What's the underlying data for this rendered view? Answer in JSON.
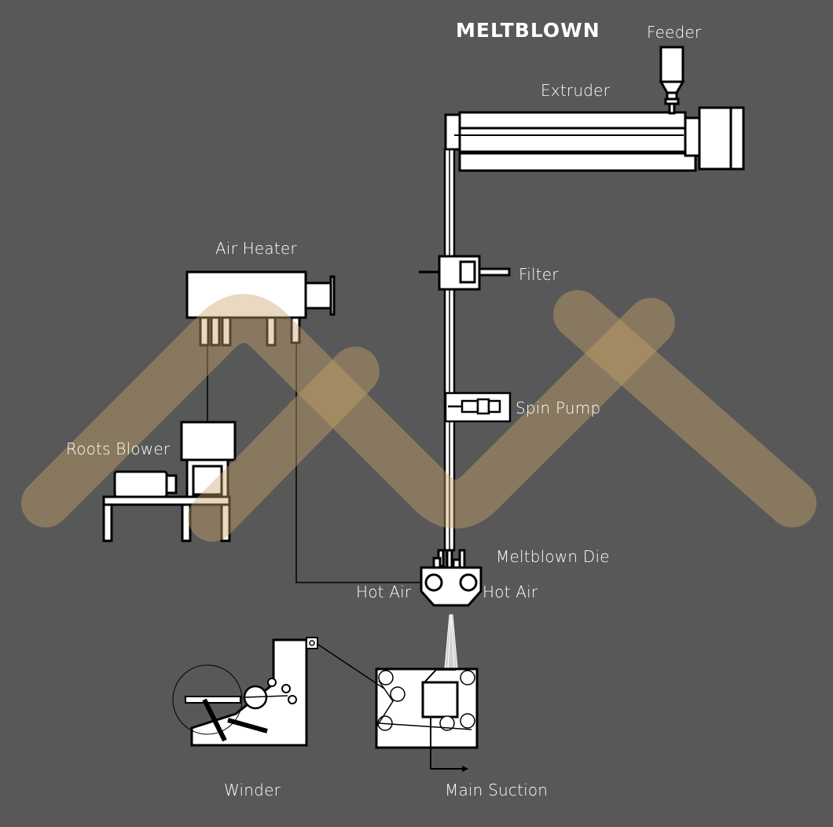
{
  "title": "MELTBLOWN",
  "labels": {
    "feeder": "Feeder",
    "extruder": "Extruder",
    "air_heater": "Air Heater",
    "filter": "Filter",
    "spin_pump": "Spin Pump",
    "roots_blower": "Roots Blower",
    "meltblown_die": "Meltblown Die",
    "hot_air_left": "Hot Air",
    "hot_air_right": "Hot Air",
    "winder": "Winder",
    "main_suction": "Main Suction"
  },
  "colors": {
    "background": "#585858",
    "line": "#000000",
    "fill": "#ffffff",
    "watermark": "#c9a46a"
  }
}
